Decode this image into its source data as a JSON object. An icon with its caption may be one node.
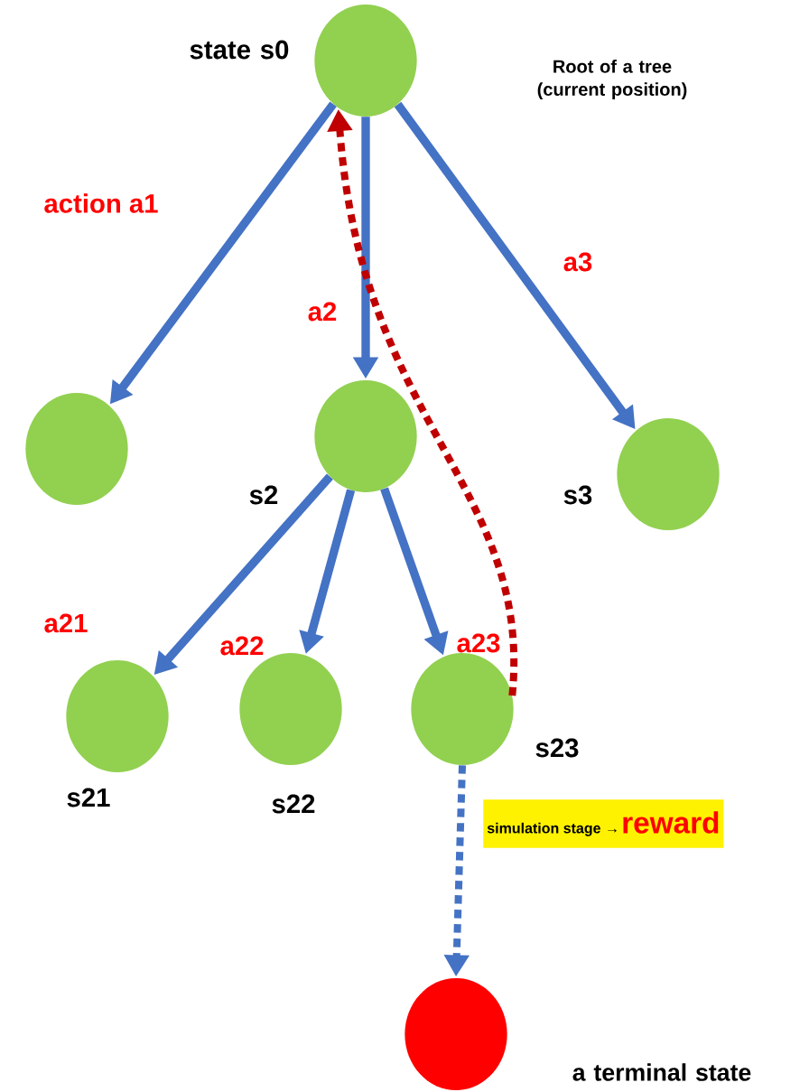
{
  "diagram": {
    "nodes": [
      {
        "text": [],
        "shape": "circle",
        "beside": [
          "state s0"
        ]
      },
      {
        "text": [],
        "shape": "circle"
      },
      {
        "text": [],
        "shape": "circle",
        "beside": [
          "s2"
        ]
      },
      {
        "text": [],
        "shape": "circle",
        "beside": [
          "s3"
        ]
      },
      {
        "text": [],
        "shape": "circle",
        "beside": [
          "s21"
        ]
      },
      {
        "text": [],
        "shape": "circle",
        "beside": [
          "s22"
        ]
      },
      {
        "text": [],
        "shape": "circle",
        "beside": [
          "s23"
        ]
      },
      {
        "text": [],
        "shape": "circle",
        "beside": [
          "a terminal state"
        ]
      }
    ],
    "edges": [
      {
        "from": 0,
        "to": 1,
        "arrow": "to",
        "label": "action a1"
      },
      {
        "from": 0,
        "to": 2,
        "arrow": "to",
        "label": "a2"
      },
      {
        "from": 0,
        "to": 3,
        "arrow": "to",
        "label": "a3"
      },
      {
        "from": 2,
        "to": 4,
        "arrow": "to",
        "label": "a21"
      },
      {
        "from": 2,
        "to": 5,
        "arrow": "to",
        "label": "a22"
      },
      {
        "from": 2,
        "to": 6,
        "arrow": "to",
        "label": "a23"
      },
      {
        "from": 6,
        "to": 0,
        "arrow": "to",
        "style": "dashed",
        "color": "#c00000"
      },
      {
        "from": 6,
        "to": 7,
        "arrow": "to",
        "style": "dashed"
      }
    ],
    "labels": [
      "Root of a tree (current position)",
      "simulation stage →",
      "reward"
    ]
  }
}
